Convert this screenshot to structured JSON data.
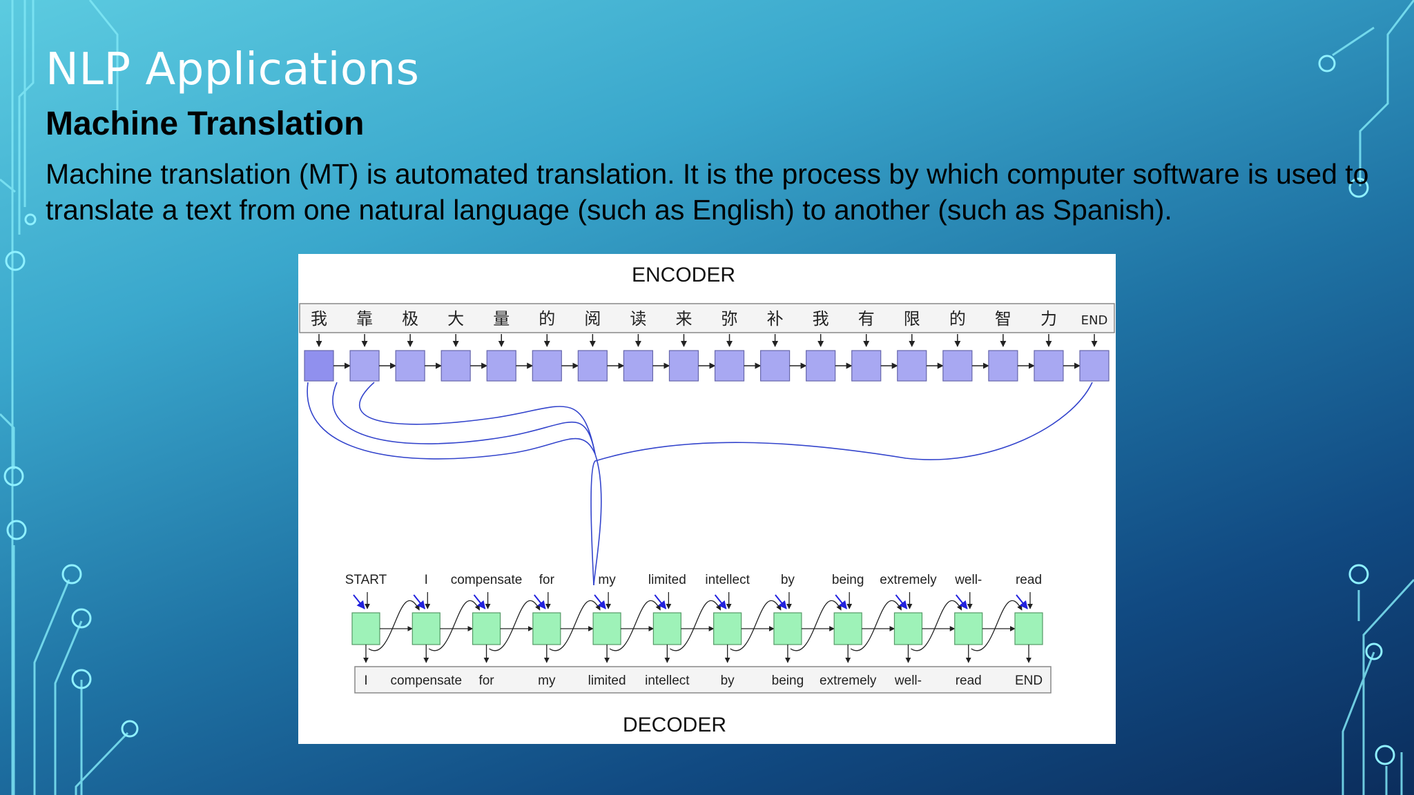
{
  "slide": {
    "title": "NLP Applications",
    "subtitle": "Machine Translation",
    "body": "Machine translation (MT) is automated translation. It is the process by which computer software is used to translate a text from one natural language (such as English) to another (such as Spanish)."
  },
  "diagram": {
    "encoder_label": "ENCODER",
    "decoder_label": "DECODER",
    "encoder_tokens": [
      "我",
      "靠",
      "极",
      "大",
      "量",
      "的",
      "阅",
      "读",
      "来",
      "弥",
      "补",
      "我",
      "有",
      "限",
      "的",
      "智",
      "力",
      "END"
    ],
    "decoder_inputs": [
      "START",
      "I",
      "compensate",
      "for",
      "my",
      "limited",
      "intellect",
      "by",
      "being",
      "extremely",
      "well-",
      "read"
    ],
    "decoder_outputs": [
      "I",
      "compensate",
      "for",
      "my",
      "limited",
      "intellect",
      "by",
      "being",
      "extremely",
      "well-",
      "read",
      "END"
    ],
    "colors": {
      "encoder_cell": "#a8a8f2",
      "encoder_cell_first": "#9090ee",
      "decoder_cell": "#9ef2b8",
      "connection": "#3344cc",
      "attention_arrow": "#2222dd"
    }
  }
}
